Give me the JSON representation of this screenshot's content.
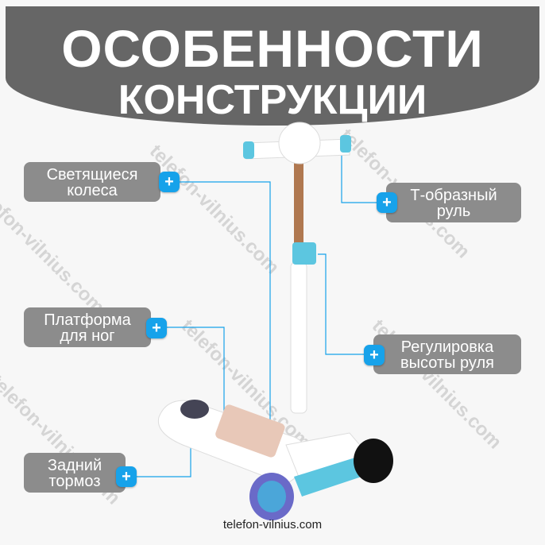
{
  "header": {
    "line1": "ОСОБЕННОСТИ",
    "line2": "КОНСТРУКЦИИ"
  },
  "features": [
    {
      "label": "Светящиеся колеса",
      "icon": "plus-icon"
    },
    {
      "label": "Т-образный руль",
      "icon": "plus-icon"
    },
    {
      "label": "Платформа для ног",
      "icon": "plus-icon"
    },
    {
      "label": "Регулировка высоты руля",
      "icon": "plus-icon"
    },
    {
      "label": "Задний тормоз",
      "icon": "plus-icon"
    }
  ],
  "plus_symbol": "+",
  "watermark": "telefon-vilnius.com",
  "footer": "telefon-vilnius.com",
  "colors": {
    "header": "#666666",
    "label": "#8c8c8c",
    "accent": "#17a2ea",
    "scooter_blue": "#5cc6e0"
  }
}
